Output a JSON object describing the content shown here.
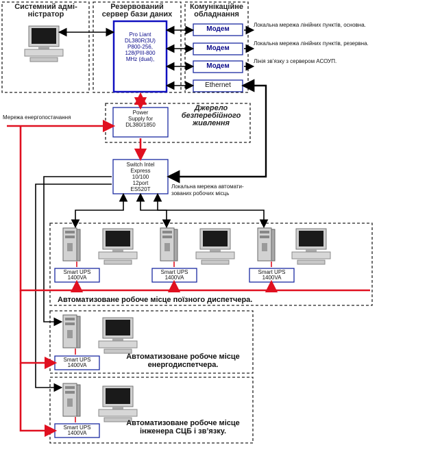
{
  "headers": {
    "sysadmin": "Системний адмі-\nністратор",
    "backup_server": "Резервований\nсервер бази даних",
    "comm_equipment": "Комунікаційне\nобладнання"
  },
  "server": {
    "label": "Pro Liant\nDL380R(3U)\nP800-256,\n128(PIII-800\nMHz (dual),"
  },
  "comm": {
    "modem1": "Модем",
    "modem2": "Модем",
    "modem3": "Модем",
    "ethernet": "Ethernet",
    "link1": "Локальна мережа лінійних пунктів, основна.",
    "link2": "Локальна мережа лінійних пунктів, резервна.",
    "link3": "Лінія зв’язку з сервером АСОУП."
  },
  "power": {
    "grid_label": "Мережа енергопостачання",
    "supply": "Power\nSupply for\nDL380/1850",
    "ups_source": "Джерело\nбезперебійного\nживлення"
  },
  "switch": {
    "label": "Switch Intel\nExpress\n10/100\n12port\nES520T",
    "lan_label": "Локальна мережа автомати-\nзованих робочих місць"
  },
  "workstations": {
    "train_dispatcher": "Автоматизоване робоче місце поїзного диспетчера.",
    "energy_dispatcher": "Автоматизоване робоче місце\nенергодиспетчера.",
    "scb_engineer": "Автоматизоване робоче місце\nінженера СЦБ і зв’язку."
  },
  "ups": {
    "label": "Smart UPS\n1400VA"
  },
  "colors": {
    "power_line": "#e01020",
    "data_line": "#000000",
    "box_border": "#1a2aa0",
    "server_border": "#1010c0"
  }
}
